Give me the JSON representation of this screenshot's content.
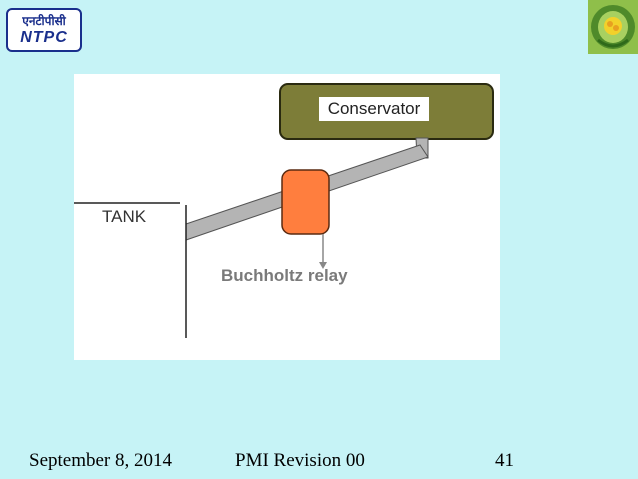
{
  "header": {
    "logo_hindi": "एनटीपीसी",
    "logo_latin": "NTPC",
    "emblem_icon": "flower-emblem-icon"
  },
  "diagram": {
    "conservator_label": "Conservator",
    "tank_label": "TANK",
    "relay_label": "Buchholtz relay",
    "colors": {
      "conservator": "#7d7d38",
      "pipe": "#b4b4b4",
      "relay": "#ff7e3e"
    }
  },
  "footer": {
    "date": "September 8, 2014",
    "revision": "PMI Revision 00",
    "page_number": "41"
  }
}
